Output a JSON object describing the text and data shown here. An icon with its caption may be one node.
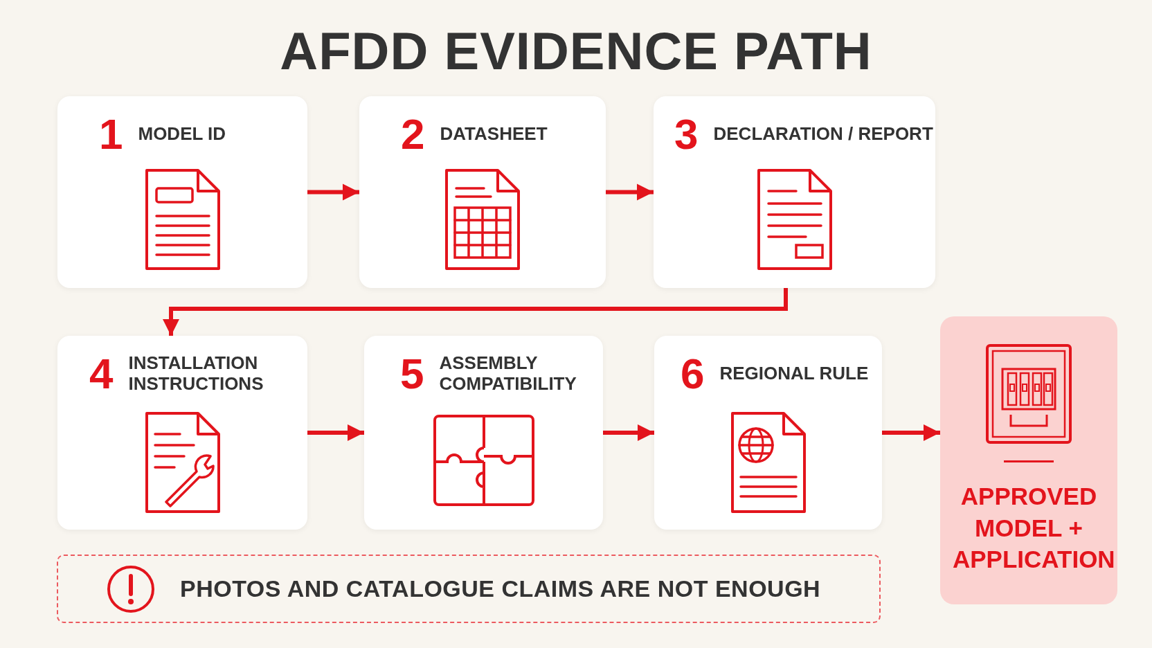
{
  "diagram": {
    "title": "AFDD EVIDENCE PATH",
    "nodes": [
      {
        "text": [
          "1",
          "MODEL ID"
        ]
      },
      {
        "text": [
          "2",
          "DATASHEET"
        ]
      },
      {
        "text": [
          "3",
          "DECLARATION / REPORT"
        ]
      },
      {
        "text": [
          "4",
          "INSTALLATION INSTRUCTIONS"
        ]
      },
      {
        "text": [
          "5",
          "ASSEMBLY COMPATIBILITY"
        ]
      },
      {
        "text": [
          "6",
          "REGIONAL RULE"
        ]
      },
      {
        "text": [
          "APPROVED MODEL + APPLICATION"
        ]
      },
      {
        "text": [
          "PHOTOS AND CATALOGUE CLAIMS ARE NOT ENOUGH"
        ]
      }
    ],
    "edges": [
      {
        "from": 0,
        "to": 1,
        "arrow": "to"
      },
      {
        "from": 1,
        "to": 2,
        "arrow": "to"
      },
      {
        "from": 2,
        "to": 3,
        "arrow": "to"
      },
      {
        "from": 3,
        "to": 4,
        "arrow": "to"
      },
      {
        "from": 4,
        "to": 5,
        "arrow": "to"
      },
      {
        "from": 5,
        "to": 6,
        "arrow": "to"
      }
    ]
  }
}
